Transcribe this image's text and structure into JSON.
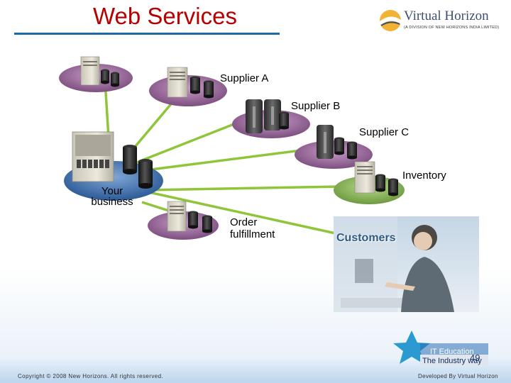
{
  "slide": {
    "title": "Web Services",
    "page_number": "49"
  },
  "logo": {
    "name": "Virtual Horizon",
    "tagline": "(A DIVISION OF NEW HORIZONS INDIA LIMITED)"
  },
  "diagram": {
    "hub": "Your business",
    "nodes": [
      {
        "label": "Supplier A"
      },
      {
        "label": "Supplier B"
      },
      {
        "label": "Supplier C"
      },
      {
        "label": "Inventory"
      },
      {
        "label": "Order fulfillment"
      },
      {
        "label": "Customers"
      }
    ],
    "connector_color": "#8fc53a"
  },
  "badge": {
    "line1": "IT Education",
    "line2": "The Industry way"
  },
  "footer": {
    "left": "Copyright © 2008 New Horizons. All rights reserved.",
    "right": "Developed By Virtual Horizon"
  },
  "colors": {
    "title": "#b80000",
    "rule": "#1b6aa8",
    "platform": "#8a5a8c",
    "hub_platform": "#3a6aa8"
  }
}
